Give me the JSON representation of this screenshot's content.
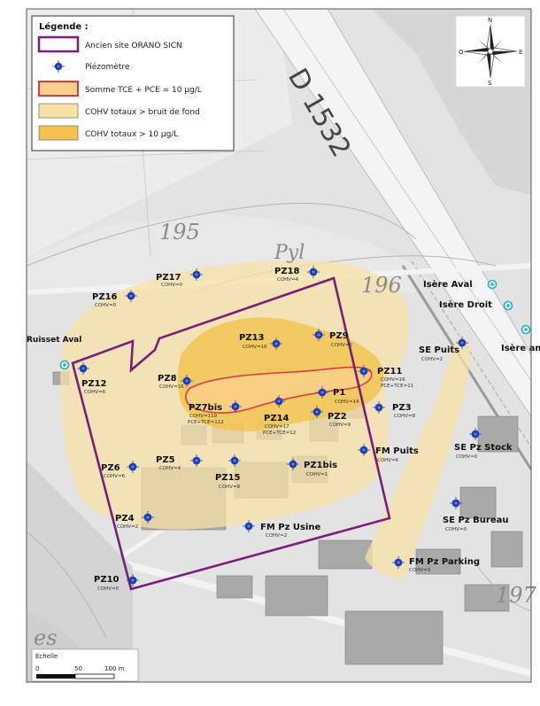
{
  "legend": {
    "title": "Légende :",
    "items": [
      {
        "label": "Ancien site ORANO SICN",
        "swatch": "boundary",
        "color": "#7b1e7a"
      },
      {
        "label": "Piézomètre",
        "swatch": "piezometer",
        "color": "#1c3fb8"
      },
      {
        "label": "Somme TCE + PCE = 10 µg/L",
        "swatch": "fill-red-outline",
        "fill": "#f9d18a",
        "stroke": "#e0393d"
      },
      {
        "label": "COHV totaux > bruit de fond",
        "swatch": "fill",
        "fill": "#f7e1a6"
      },
      {
        "label": "COHV totaux > 10 µg/L",
        "swatch": "fill",
        "fill": "#f3c34d"
      }
    ]
  },
  "map_text": {
    "road_label": "D 1532",
    "contour_195": "195",
    "contour_196": "196",
    "contour_197": "197",
    "pyl": "Pyl",
    "res": "es"
  },
  "compass": {
    "n": "N",
    "s": "S",
    "e": "E",
    "o": "O"
  },
  "scale": {
    "title": "Echelle",
    "start": "0",
    "mid": "50",
    "end": "100 m"
  },
  "piezometers": [
    {
      "id": "pz17",
      "name": "PZ17",
      "sub": "COHV=0"
    },
    {
      "id": "pz18",
      "name": "PZ18",
      "sub": "COHV=4"
    },
    {
      "id": "pz16",
      "name": "PZ16",
      "sub": "COHV=0"
    },
    {
      "id": "pz13",
      "name": "PZ13",
      "sub": "COHV=16"
    },
    {
      "id": "pz9",
      "name": "PZ9",
      "sub": "COHV=2"
    },
    {
      "id": "ruisset",
      "name": "Ruisset Aval",
      "sub": ""
    },
    {
      "id": "pz12",
      "name": "PZ12",
      "sub": "COHV=6"
    },
    {
      "id": "pz8",
      "name": "PZ8",
      "sub": "COHV=16"
    },
    {
      "id": "pz11",
      "name": "PZ11",
      "sub": "COHV=16",
      "sub2": "PCE+TCE=11"
    },
    {
      "id": "pz7bis",
      "name": "PZ7bis",
      "sub": "COHV=119",
      "sub2": "PCE+TCE=112"
    },
    {
      "id": "p1",
      "name": "P1",
      "sub": "COHV=14"
    },
    {
      "id": "pz3",
      "name": "PZ3",
      "sub": "COHV=8"
    },
    {
      "id": "pz14",
      "name": "PZ14",
      "sub": "COHV=17",
      "sub2": "PCE+TCE=12"
    },
    {
      "id": "pz2",
      "name": "PZ2",
      "sub": "COHV=9"
    },
    {
      "id": "pz5",
      "name": "PZ5",
      "sub": "COHV=4"
    },
    {
      "id": "pz6",
      "name": "PZ6",
      "sub": "COHV=6"
    },
    {
      "id": "pz15",
      "name": "PZ15",
      "sub": "COHV=8"
    },
    {
      "id": "pz1bis",
      "name": "PZ1bis",
      "sub": "COHV=1"
    },
    {
      "id": "fmpuits",
      "name": "FM Puits",
      "sub": "COHV=6"
    },
    {
      "id": "pz4",
      "name": "PZ4",
      "sub": "COHV=2"
    },
    {
      "id": "fmusine",
      "name": "FM Pz Usine",
      "sub": "COHV=2"
    },
    {
      "id": "pz10",
      "name": "PZ10",
      "sub": "COHV=0"
    },
    {
      "id": "sepuits",
      "name": "SE Puits",
      "sub": "COHV=2"
    },
    {
      "id": "sestock",
      "name": "SE Pz Stock",
      "sub": "COHV=0"
    },
    {
      "id": "sebureau",
      "name": "SE Pz Bureau",
      "sub": "COHV=0"
    },
    {
      "id": "fmparking",
      "name": "FM Pz Parking",
      "sub": "COHV=3"
    },
    {
      "id": "isereaval",
      "name": "Isère Aval",
      "sub": ""
    },
    {
      "id": "iseredroit",
      "name": "Isère Droit",
      "sub": ""
    },
    {
      "id": "isereamont",
      "name": "Isère amont",
      "sub": ""
    }
  ]
}
